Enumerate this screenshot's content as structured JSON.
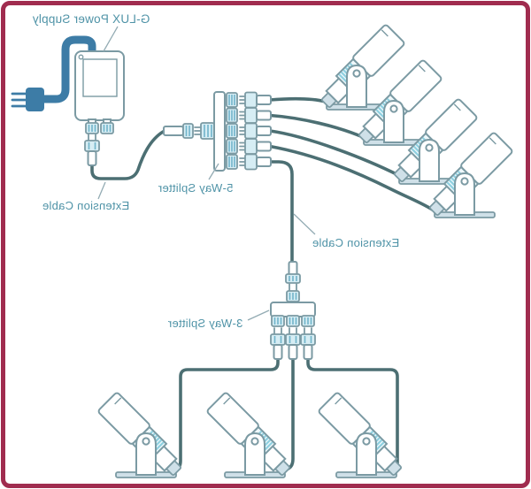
{
  "labels": {
    "power_supply": "G-LUX Power Supply",
    "extension_cable_left": "Extension Cable",
    "five_way_splitter": "5-Way Splitter",
    "extension_cable_right": "Extension Cable",
    "three_way_splitter": "3-Way Splitter"
  },
  "colors": {
    "background": "#ffffff",
    "frame_border": "#a02c4f",
    "thick_cable": "#3d7ca6",
    "thin_cable": "#4c6f73",
    "outline": "#7b9aa3",
    "connector_fill": "#d6edf4",
    "rib_stripe": "#6fb3c9",
    "band_stripe": "#8ed0e0",
    "plate_fill": "#cfe0e8",
    "label_text": "#4f93a7",
    "pointer_line": "#93abb3"
  },
  "diagram": {
    "mirrored_text": true,
    "power_supply_output_ports": 2,
    "five_way_splitter_ports": 5,
    "three_way_splitter_ports": 3,
    "spotlights_top_right": 4,
    "spotlights_bottom": 3,
    "spotlights_total": 7
  }
}
